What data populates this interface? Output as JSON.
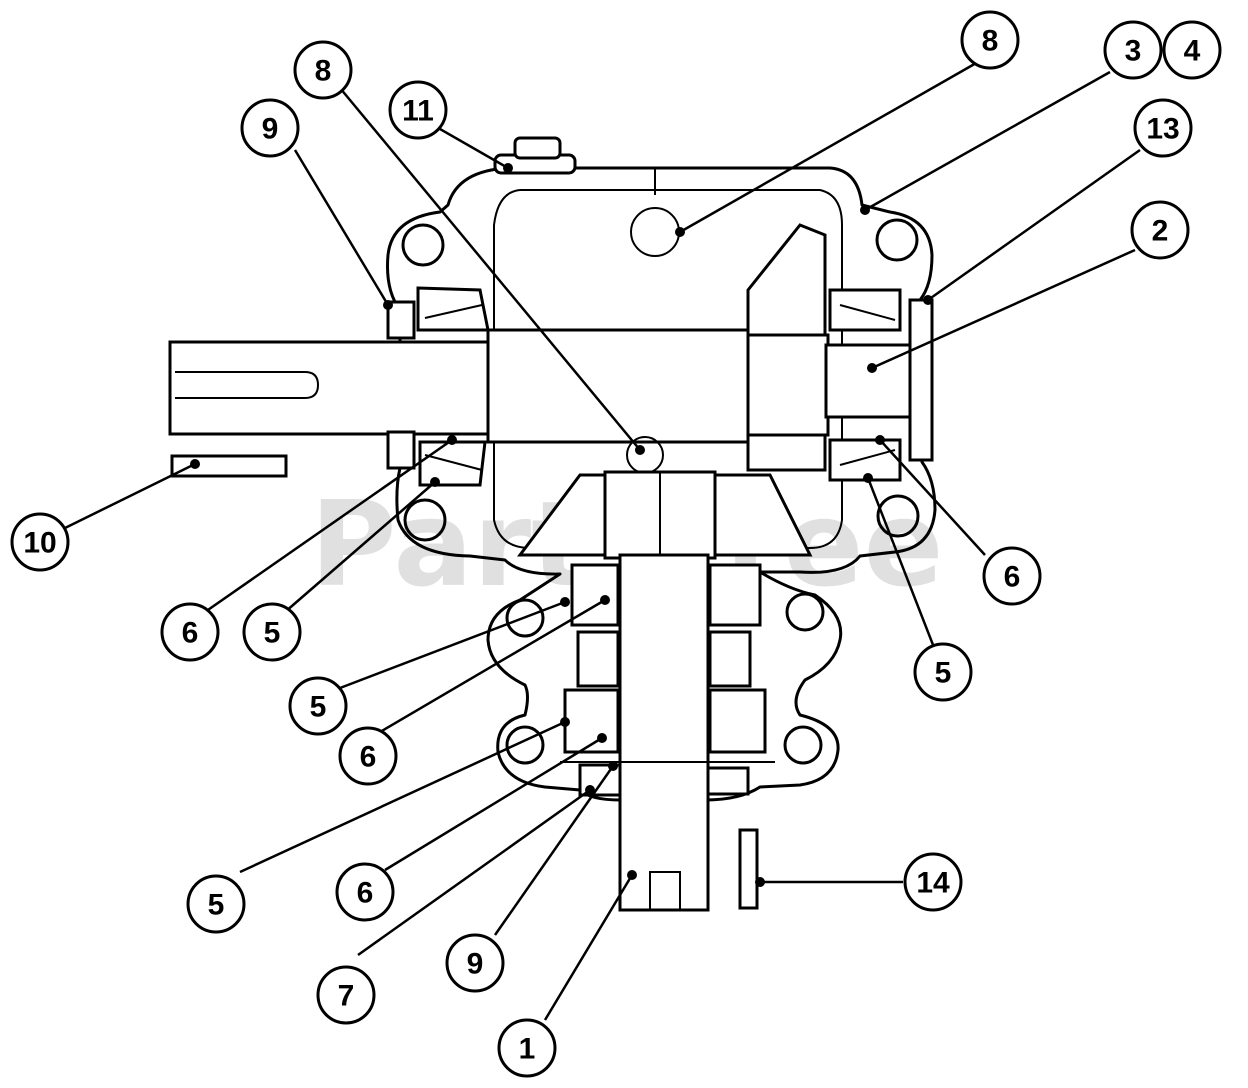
{
  "watermark": "PartsTree",
  "callouts": [
    {
      "id": "c8a",
      "label": "8"
    },
    {
      "id": "c8b",
      "label": "8"
    },
    {
      "id": "c3",
      "label": "3"
    },
    {
      "id": "c4",
      "label": "4"
    },
    {
      "id": "c11",
      "label": "11"
    },
    {
      "id": "c9a",
      "label": "9"
    },
    {
      "id": "c13",
      "label": "13"
    },
    {
      "id": "c2",
      "label": "2"
    },
    {
      "id": "c10",
      "label": "10"
    },
    {
      "id": "c6a",
      "label": "6"
    },
    {
      "id": "c5a",
      "label": "5"
    },
    {
      "id": "c6b",
      "label": "6"
    },
    {
      "id": "c5b",
      "label": "5"
    },
    {
      "id": "c5c",
      "label": "5"
    },
    {
      "id": "c6c",
      "label": "6"
    },
    {
      "id": "c5d",
      "label": "5"
    },
    {
      "id": "c6d",
      "label": "6"
    },
    {
      "id": "c7",
      "label": "7"
    },
    {
      "id": "c9b",
      "label": "9"
    },
    {
      "id": "c1",
      "label": "1"
    },
    {
      "id": "c14",
      "label": "14"
    }
  ]
}
